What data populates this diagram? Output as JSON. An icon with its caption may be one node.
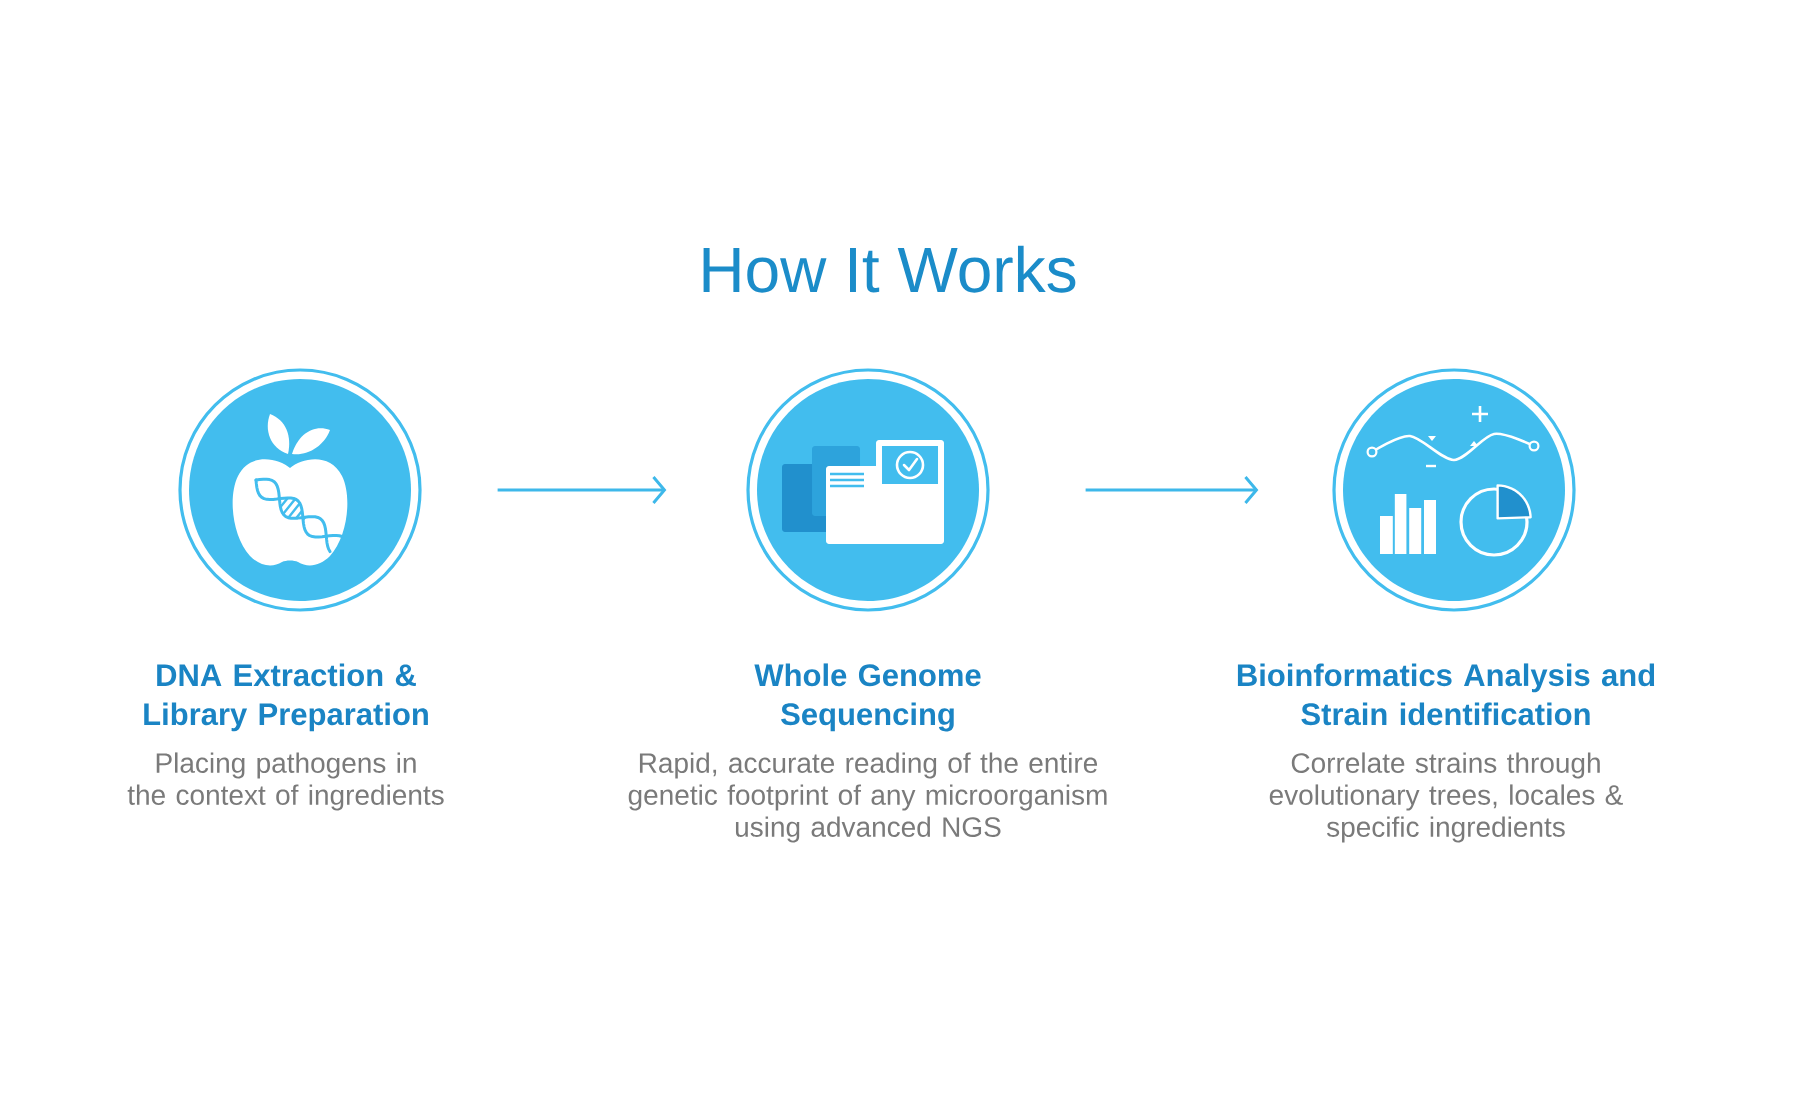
{
  "diagram": {
    "title": "How It Works",
    "nodes": [
      {
        "text": [
          "DNA Extraction & Library Preparation",
          "Placing pathogens in the context of ingredients"
        ]
      },
      {
        "text": [
          "Whole Genome Sequencing",
          "Rapid, accurate reading of the entire genetic footprint of any microorganism using advanced NGS"
        ]
      },
      {
        "text": [
          "Bioinformatics Analysis and Strain identification",
          "Correlate strains through evolutionary trees, locales & specific ingredients"
        ]
      }
    ],
    "edges": [
      {
        "from": 0,
        "to": 1,
        "arrow": "to"
      },
      {
        "from": 1,
        "to": 2,
        "arrow": "to"
      }
    ]
  }
}
